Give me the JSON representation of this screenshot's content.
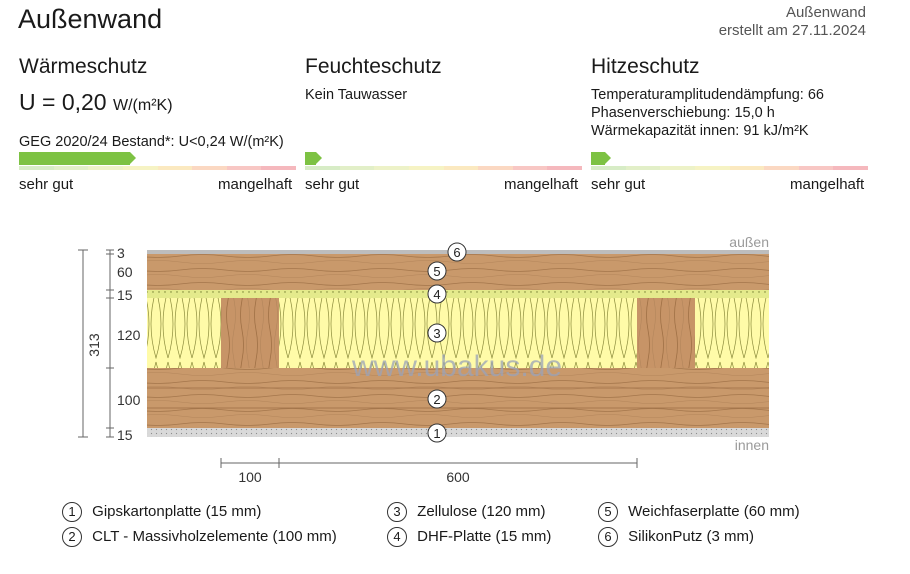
{
  "header": {
    "title": "Außenwand",
    "right_line1": "Außenwand",
    "right_line2": "erstellt am 27.11.2024"
  },
  "waermeschutz": {
    "title": "Wärmeschutz",
    "u_value": "U = 0,20",
    "u_unit": "W/(m²K)",
    "requirement": "GEG 2020/24 Bestand*: U<0,24 W/(m²K)",
    "rating": 0.4,
    "scale_good": "sehr gut",
    "scale_bad": "mangelhaft"
  },
  "feuchteschutz": {
    "title": "Feuchteschutz",
    "status": "Kein Tauwasser",
    "rating": 0.04,
    "scale_good": "sehr gut",
    "scale_bad": "mangelhaft"
  },
  "hitzeschutz": {
    "title": "Hitzeschutz",
    "line1": "Temperaturamplitudendämpfung: 66",
    "line2": "Phasenverschiebung: 15,0 h",
    "line3": "Wärmekapazität innen: 91 kJ/m²K",
    "rating": 0.05,
    "scale_good": "sehr gut",
    "scale_bad": "mangelhaft"
  },
  "diagram": {
    "label_outside": "außen",
    "label_inside": "innen",
    "watermark": "www.ubakus.de",
    "total_thickness": "313",
    "layer_dims": [
      "3",
      "60",
      "15",
      "120",
      "100",
      "15"
    ],
    "horizontal_dims": [
      "100",
      "600"
    ],
    "layer_numbers": [
      "6",
      "5",
      "4",
      "3",
      "2",
      "1"
    ]
  },
  "legend": [
    {
      "num": "1",
      "label": "Gipskartonplatte (15 mm)"
    },
    {
      "num": "2",
      "label": "CLT - Massivholzelemente (100 mm)"
    },
    {
      "num": "3",
      "label": "Zellulose (120 mm)"
    },
    {
      "num": "4",
      "label": "DHF-Platte (15 mm)"
    },
    {
      "num": "5",
      "label": "Weichfaserplatte (60 mm)"
    },
    {
      "num": "6",
      "label": "SilikonPutz (3 mm)"
    }
  ],
  "colors": {
    "good": "#7dc243",
    "wood": "#c9996b",
    "insulation": "#fffba8",
    "gypsum": "#d8d8d8",
    "plaster": "#bdbdbd"
  }
}
